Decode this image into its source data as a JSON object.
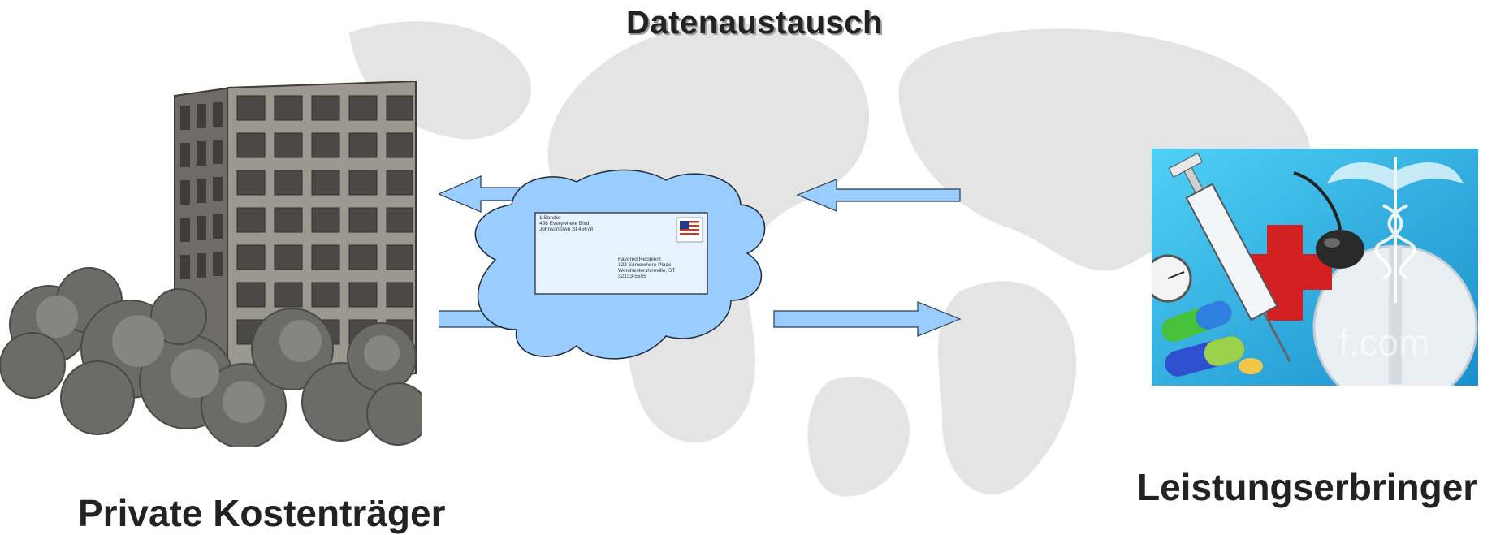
{
  "diagram": {
    "title": "Datenaustausch",
    "left_label": "Private Kostenträger",
    "right_label": "Leistungserbringer"
  },
  "envelope": {
    "sender": [
      "1 Sender",
      "456 Everywhere Blvd",
      "Johnsontown St 45678"
    ],
    "recipient": [
      "Favored Recipient",
      "123 Somewhere Place",
      "Worchestershireville, ST",
      "32133-5555"
    ]
  },
  "watermark": "f.com",
  "colors": {
    "arrow_fill": "#99ccff",
    "arrow_stroke": "#2b3a4a",
    "cloud_fill": "#99ccff",
    "envelope_fill": "#e6f2ff",
    "medical_bg": "#3bb7e6",
    "building_gray": "#8c8a84",
    "smoke_gray": "#6b6b68"
  }
}
